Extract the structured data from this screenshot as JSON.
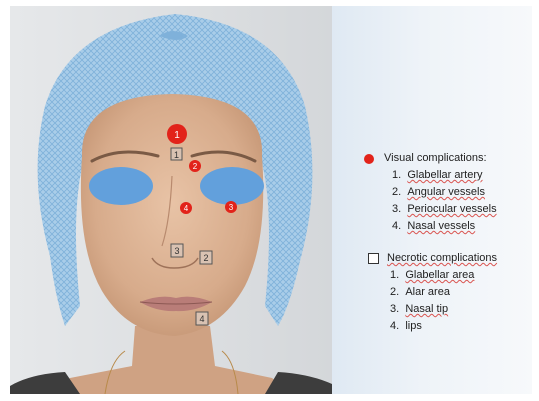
{
  "legend": {
    "visual": {
      "title": "Visual complications:",
      "items": [
        {
          "num": "1.",
          "text": "Glabellar artery"
        },
        {
          "num": "2.",
          "text": "Angular vessels"
        },
        {
          "num": "3.",
          "text": "Periocular vessels"
        },
        {
          "num": "4.",
          "text": "Nasal vessels"
        }
      ]
    },
    "necrotic": {
      "title": "Necrotic complications",
      "items": [
        {
          "num": "1.",
          "text": "Glabellar area"
        },
        {
          "num": "2.",
          "text": "Alar area"
        },
        {
          "num": "3.",
          "text": "Nasal tip"
        },
        {
          "num": "4.",
          "text": "lips"
        }
      ]
    }
  },
  "markers": {
    "red": [
      "1",
      "2",
      "3",
      "4"
    ],
    "boxes": [
      "1",
      "2",
      "3",
      "4"
    ]
  },
  "colors": {
    "red_marker": "#e2231a",
    "eye_mask": "#62a0dc",
    "cap": "#9fc6e6"
  }
}
